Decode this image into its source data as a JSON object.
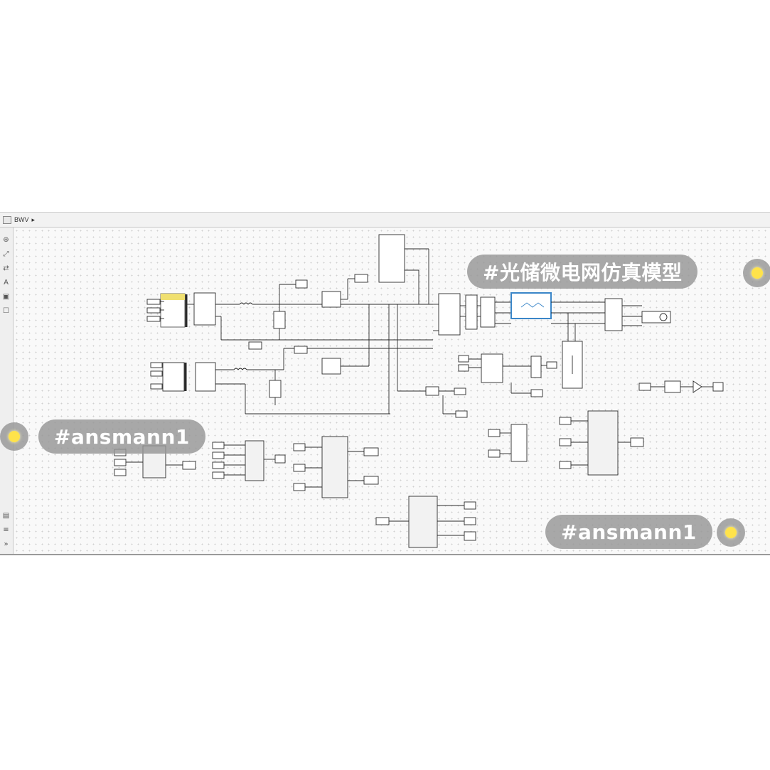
{
  "breadcrumb": {
    "model_name": "BWV",
    "arrow": "▸"
  },
  "toolbar": {
    "icons": [
      "zoom-in-icon",
      "fit-view-icon",
      "arrows-icon",
      "text-icon",
      "image-icon",
      "checkbox-icon"
    ]
  },
  "watermarks": {
    "title": "#光储微电网仿真模型",
    "tag_left": "#ansmann1",
    "tag_right": "#ansmann1"
  },
  "colors": {
    "line": "#2a2a2a",
    "block_border": "#555555",
    "highlight": "#3a86c8",
    "bulb": "#ffe34a"
  }
}
